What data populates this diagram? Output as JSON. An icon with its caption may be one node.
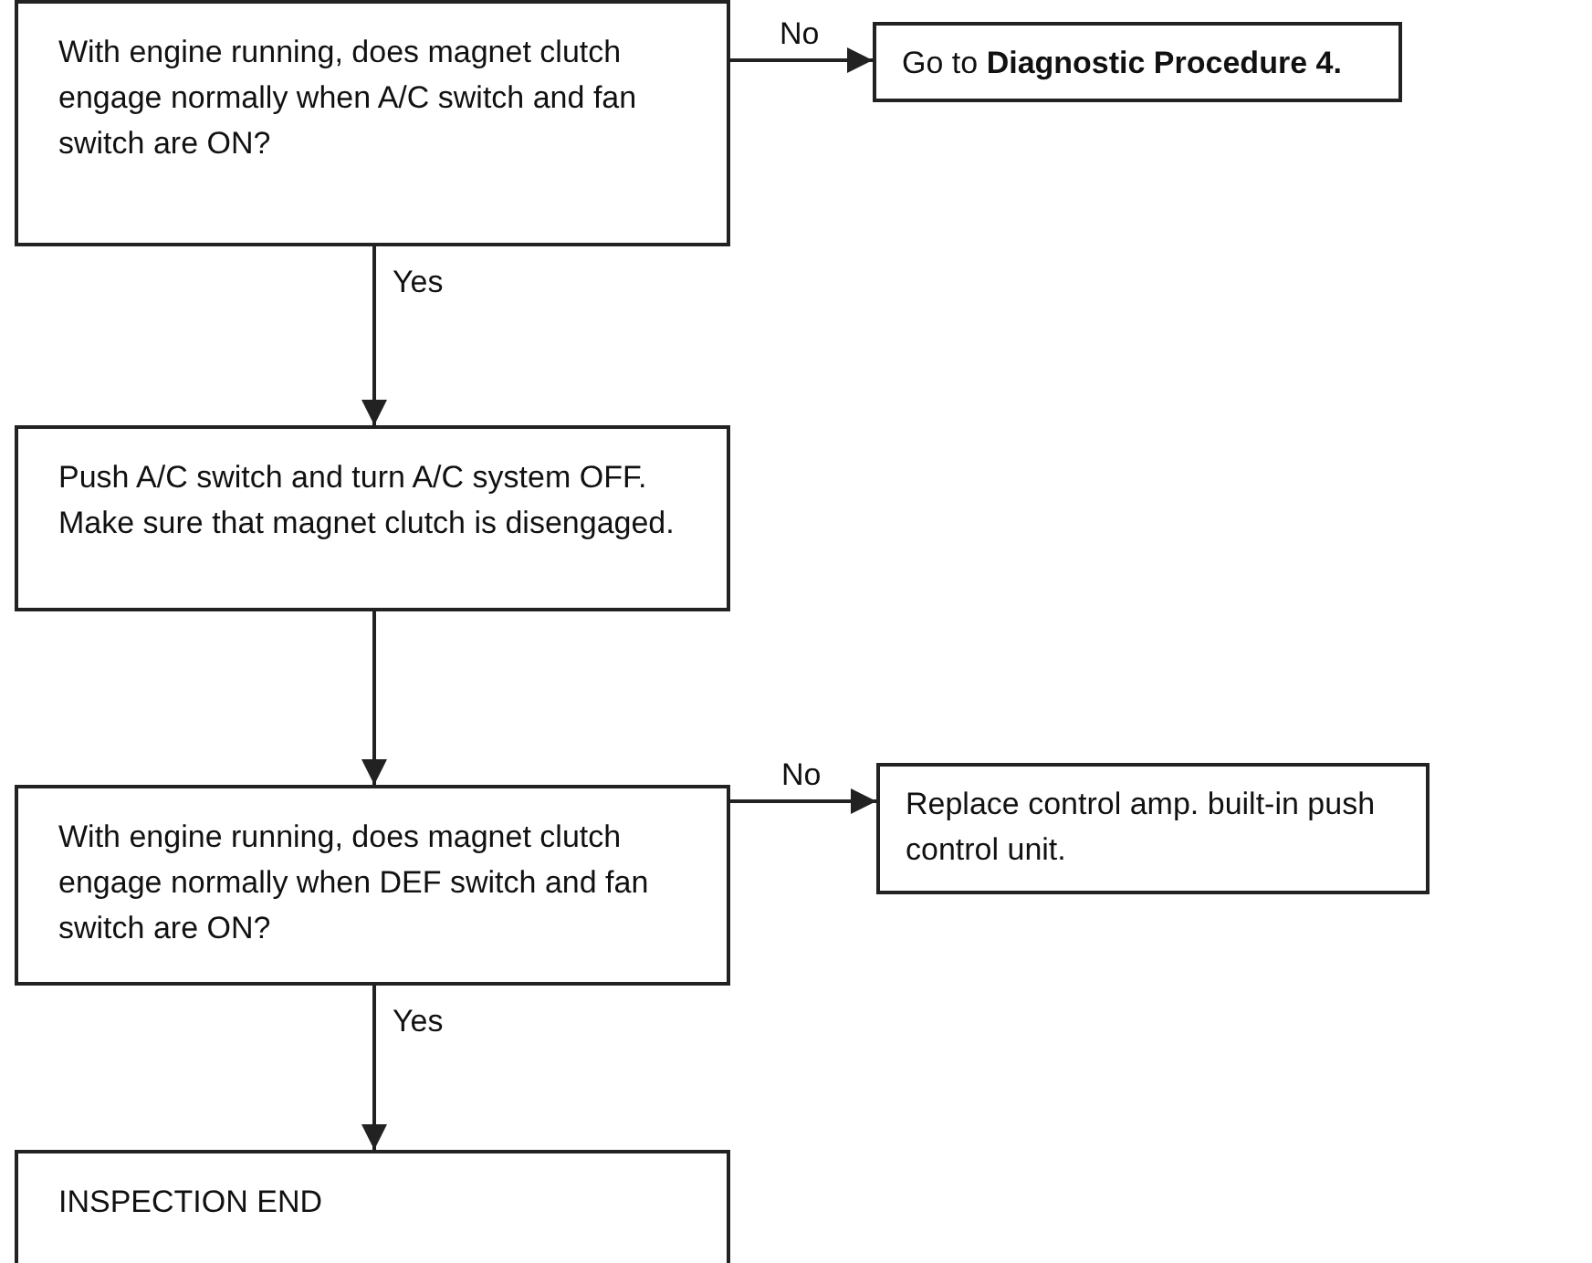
{
  "diagram": {
    "nodes": [
      {
        "text": [
          "With engine running, does magnet clutch engage normally when A/C switch and fan switch are ON?"
        ]
      },
      {
        "text": [
          "Go to **Diagnostic Procedure 4.**"
        ]
      },
      {
        "text": [
          "Push A/C switch and turn A/C system OFF.  Make sure that magnet clutch is disengaged."
        ]
      },
      {
        "text": [
          "With engine running, does magnet clutch engage normally when DEF switch and fan switch are ON?"
        ]
      },
      {
        "text": [
          "Replace control amp. built-in push control unit."
        ]
      },
      {
        "text": [
          "INSPECTION  END"
        ]
      }
    ],
    "edges": [
      {
        "from": 0,
        "to": 1,
        "arrow": "to",
        "label": "No"
      },
      {
        "from": 0,
        "to": 2,
        "arrow": "to",
        "label": "Yes"
      },
      {
        "from": 2,
        "to": 3,
        "arrow": "to"
      },
      {
        "from": 3,
        "to": 4,
        "arrow": "to",
        "label": "No"
      },
      {
        "from": 3,
        "to": 5,
        "arrow": "to",
        "label": "Yes"
      }
    ]
  }
}
